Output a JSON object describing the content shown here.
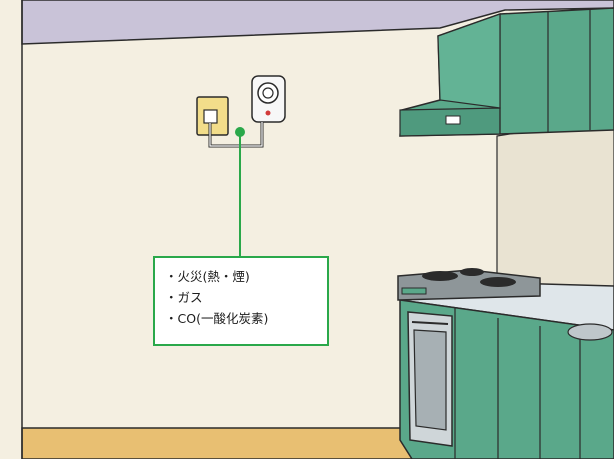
{
  "callout": {
    "items": [
      "・火災(熱・煙)",
      "・ガス",
      "・CO(一酸化炭素)"
    ]
  },
  "colors": {
    "wall": "#f4efe1",
    "ceiling": "#c9c3d8",
    "floor": "#e8bf72",
    "hood": "#5aa88a",
    "cabinet": "#5aa88a",
    "counter": "#dfe6ea",
    "leader_line": "#2aa84a",
    "outline": "#2b2b2b"
  }
}
